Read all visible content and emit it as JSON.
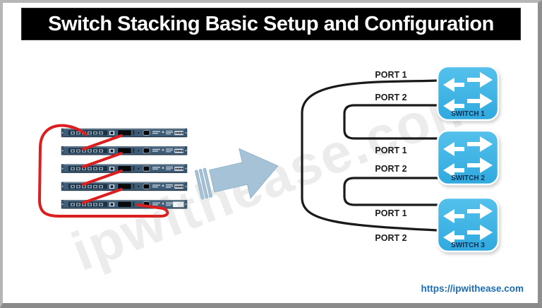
{
  "title": "Switch Stacking Basic Setup and Configuration",
  "watermark": "ipwithease.com",
  "footer": {
    "url": "https://ipwithease.com"
  },
  "stack": {
    "unit_count": 5
  },
  "diagram": {
    "switches": [
      {
        "label": "SWITCH 1",
        "ports": [
          "PORT 1",
          "PORT 2"
        ]
      },
      {
        "label": "SWITCH 2",
        "ports": [
          "PORT 1",
          "PORT 2"
        ]
      },
      {
        "label": "SWITCH 3",
        "ports": [
          "PORT 1",
          "PORT 2"
        ]
      }
    ]
  },
  "colors": {
    "switch_icon_blue": "#41b7e7",
    "cable_red": "#dd1e1e",
    "arrow_blue": "#a5c2d6",
    "link_blue": "#1a6db5",
    "line_black": "#1a1a1a"
  }
}
